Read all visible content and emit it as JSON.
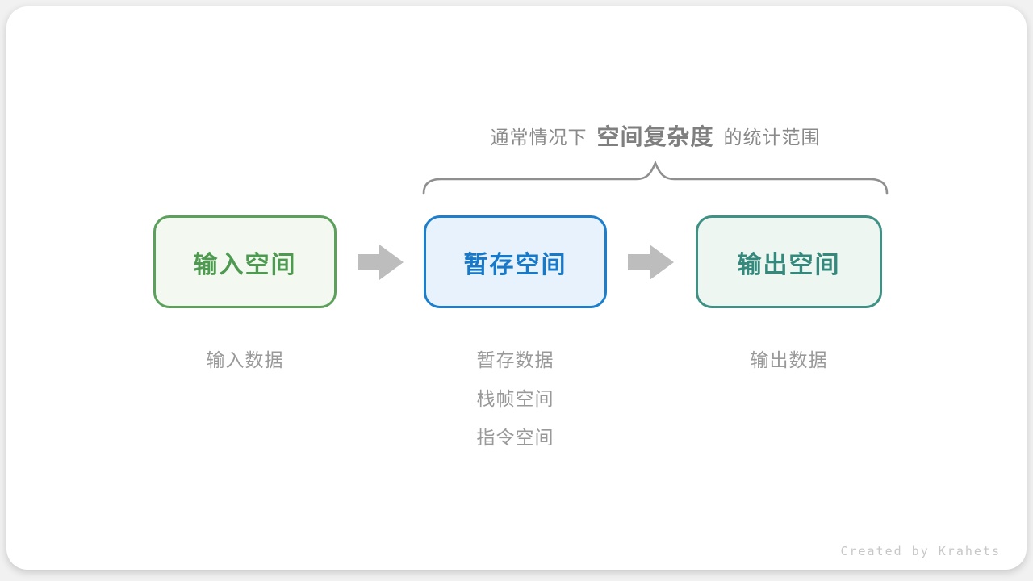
{
  "title": {
    "prefix": "通常情况下",
    "highlight": "空间复杂度",
    "suffix": "的统计范围"
  },
  "boxes": [
    {
      "label": "输入空间",
      "border_color": "#5ba05b",
      "bg_color": "#f3f9f0",
      "text_color": "#4e9a50",
      "captions": [
        "输入数据"
      ]
    },
    {
      "label": "暂存空间",
      "border_color": "#1d7fcb",
      "bg_color": "#e7f2fc",
      "text_color": "#1879c8",
      "captions": [
        "暂存数据",
        "栈帧空间",
        "指令空间"
      ]
    },
    {
      "label": "输出空间",
      "border_color": "#3e9184",
      "bg_color": "#edf6f1",
      "text_color": "#35897c",
      "captions": [
        "输出数据"
      ]
    }
  ],
  "icons": {
    "arrow": "right-block-arrow",
    "arrow_color": "#bdbdbd",
    "brace": "downward-curly-brace",
    "brace_color": "#8f8f8f"
  },
  "footer": {
    "credit": "Created by Krahets"
  }
}
